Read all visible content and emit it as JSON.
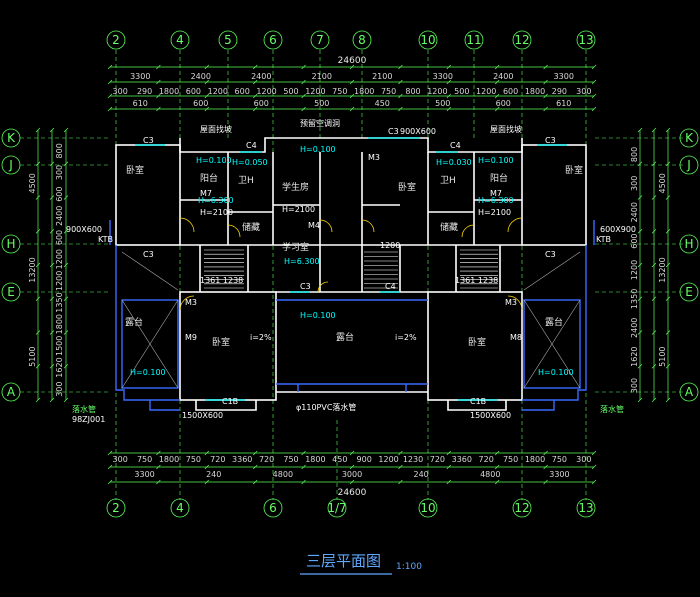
{
  "drawing": {
    "title": "三层平面图",
    "scale": "1:100"
  },
  "grid_top": [
    "2",
    "4",
    "5",
    "6",
    "7",
    "8",
    "10",
    "11",
    "12",
    "13"
  ],
  "grid_bottom": [
    "2",
    "4",
    "6",
    "1/7",
    "10",
    "12",
    "13"
  ],
  "grid_left": [
    "K",
    "J",
    "H",
    "E",
    "A"
  ],
  "grid_right": [
    "K",
    "J",
    "H",
    "E",
    "A"
  ],
  "dims_top": {
    "overall": "24600",
    "row2": [
      "3300",
      "2400",
      "2400",
      "2100",
      "2100",
      "3300",
      "2400",
      "3300"
    ],
    "row3": [
      "300",
      "290",
      "1800",
      "600",
      "1200",
      "600",
      "1200",
      "500",
      "1200",
      "750",
      "1800",
      "750",
      "800",
      "1200",
      "500",
      "1200",
      "600",
      "1800",
      "290",
      "300"
    ],
    "row4": [
      "610",
      "600",
      "600",
      "500",
      "450",
      "500",
      "600",
      "610"
    ]
  },
  "dims_bottom": {
    "row1": [
      "300",
      "750",
      "1800",
      "750",
      "720",
      "3360",
      "720",
      "750",
      "1800",
      "450",
      "900",
      "1200",
      "1230",
      "720",
      "3360",
      "720",
      "750",
      "1800",
      "750",
      "300"
    ],
    "row2": [
      "3300",
      "240",
      "4800",
      "3000",
      "240",
      "4800",
      "3300"
    ],
    "overall": "24600"
  },
  "dims_left": {
    "outer": [
      "4500",
      "13200",
      "5100"
    ],
    "inner": [
      "800",
      "300",
      "600",
      "2400",
      "600",
      "1200",
      "1200",
      "1350",
      "1800",
      "1500",
      "1620",
      "300"
    ]
  },
  "dims_right": {
    "outer": [
      "4500",
      "13200",
      "5100"
    ],
    "inner": [
      "800",
      "300",
      "2400",
      "600",
      "1200",
      "1350",
      "2400",
      "1620",
      "300"
    ]
  },
  "rooms": {
    "bedroom": "卧室",
    "balcony": "阳台",
    "storage": "储藏",
    "study": "学生房",
    "bathroom": "学习室",
    "wc": "卫H",
    "terrace": "露台",
    "big_bedroom": "卧室"
  },
  "windows": {
    "c3": "C3",
    "c4": "C4",
    "c1b": "C1B",
    "c3_size": "900X600",
    "c1b_size": "1500X600",
    "m3": "M3",
    "m4": "M4",
    "m7": "M7",
    "m8": "M8",
    "m9": "M9",
    "ktb": "KTB",
    "size_600": "600X900",
    "size_600b": "900X600"
  },
  "levels": {
    "h0100": "H=0.100",
    "h0050": "H=0.050",
    "h6300": "H=6.300",
    "h0030": "H=0.030",
    "h2100": "H=2100",
    "h1200": "1200"
  },
  "misc": {
    "wall_label": "1361 1238",
    "slope": "i=2%",
    "note1": "落水管",
    "note2": "预留空调洞",
    "note3": "屋面找坡",
    "pipe_note": "98ZJ001",
    "drain": "φ110PVC落水管",
    "top_dim_24600": "24600"
  }
}
